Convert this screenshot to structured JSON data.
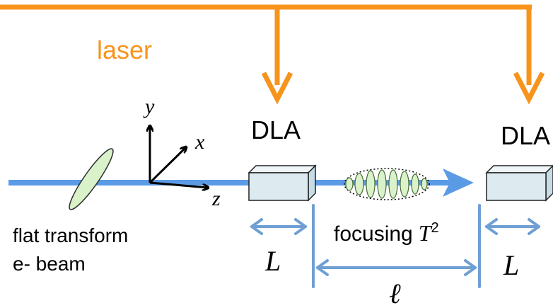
{
  "labels": {
    "laser": "laser",
    "dla_1": "DLA",
    "dla_2": "DLA",
    "axis_y": "y",
    "axis_x": "x",
    "axis_z": "z",
    "beam_line1": "flat transform",
    "beam_line2": "e- beam",
    "length_1": "L",
    "length_2": "L",
    "focusing": "focusing",
    "focusing_symbol": "T",
    "focusing_exponent": "2",
    "spacing": "ℓ"
  },
  "colors": {
    "laser": "#F7941D",
    "beam": "#5B9BE6",
    "dimension": "#6F9FD3",
    "dla_fill": "#DDEBF1",
    "ellipse_fill": "#D9F2C9",
    "ellipse_stroke": "#7FB069",
    "text": "#000000"
  }
}
